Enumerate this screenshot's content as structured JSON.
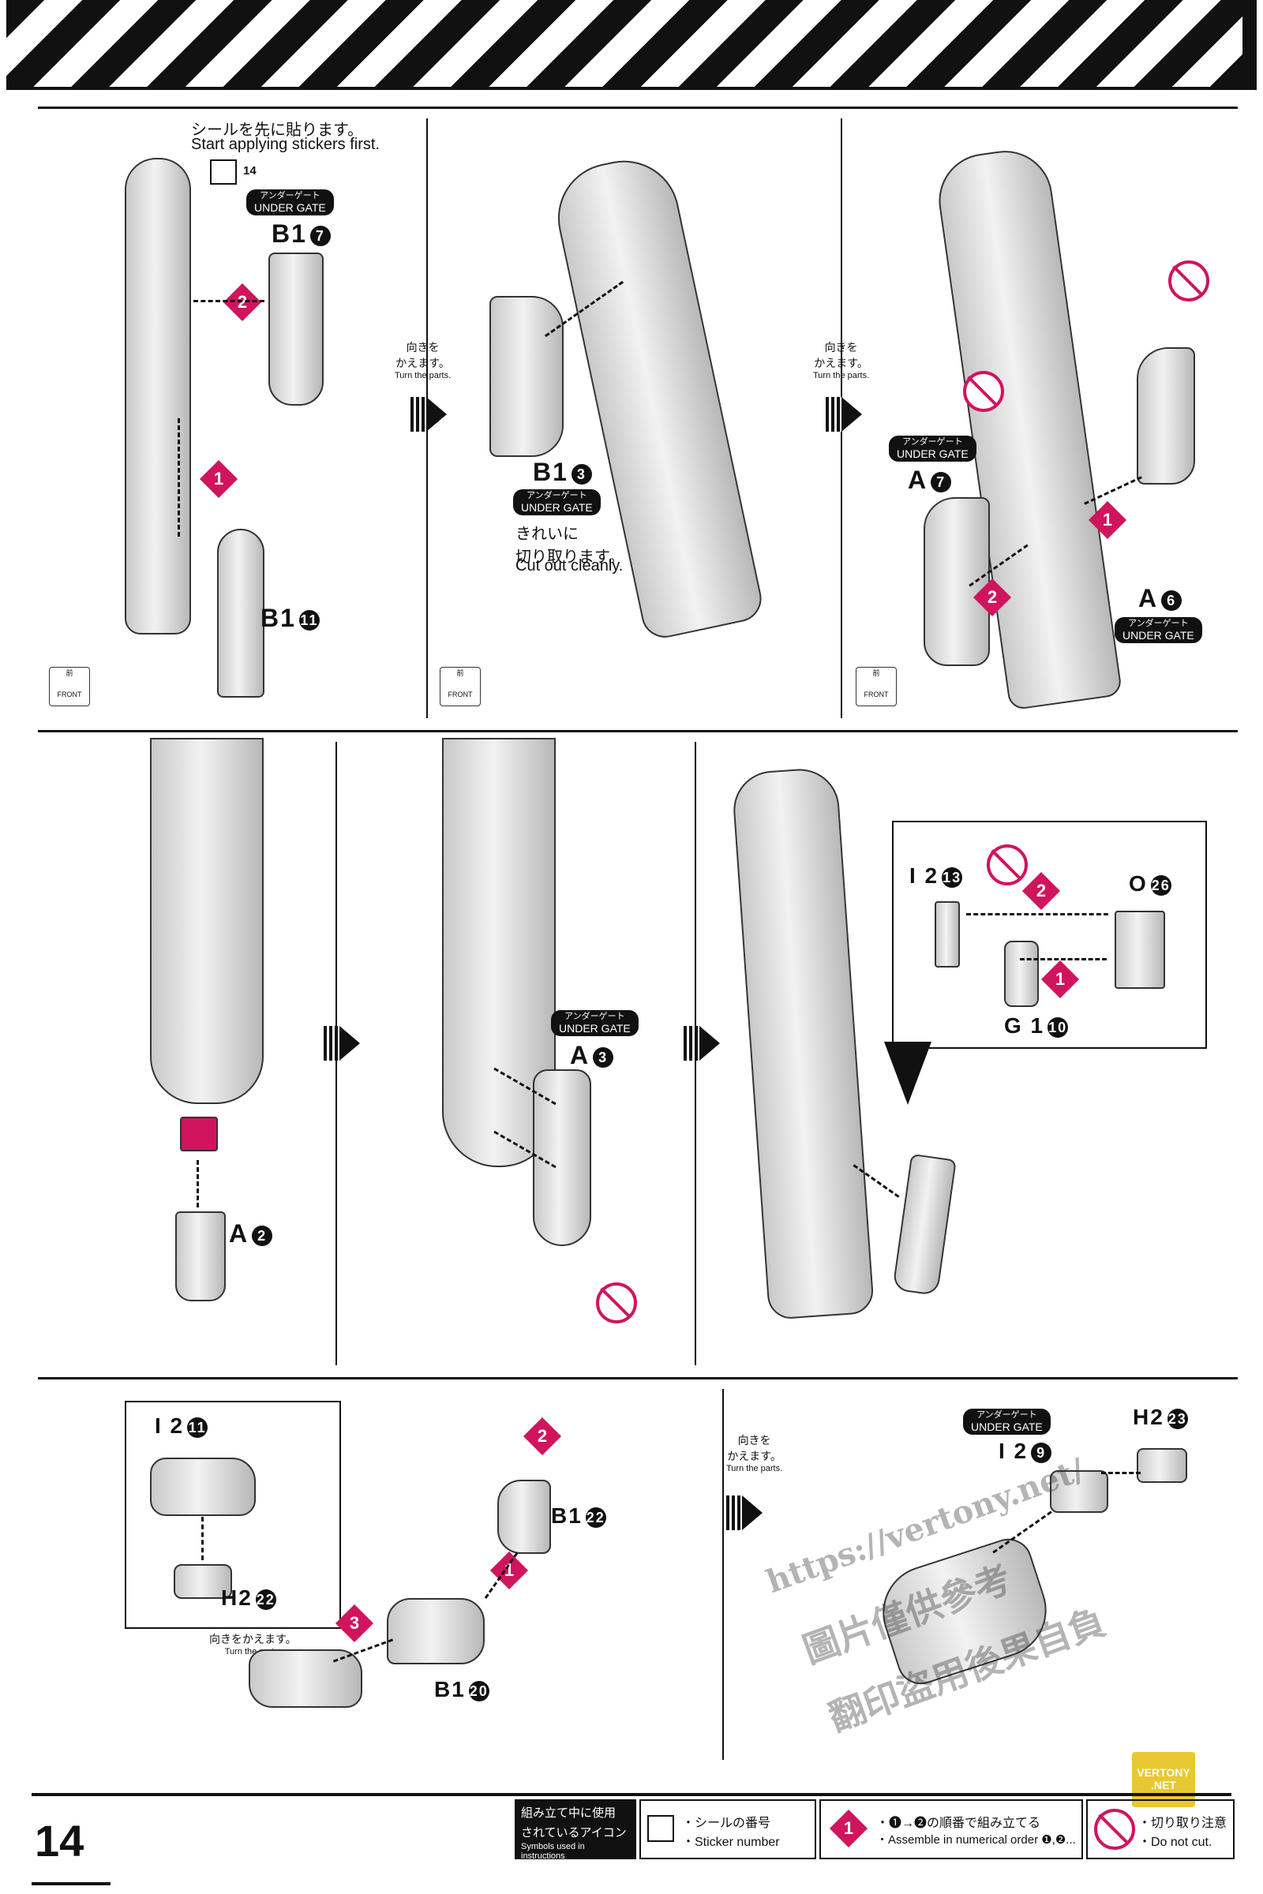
{
  "page_number": "14",
  "common": {
    "under_gate_jp": "アンダーゲート",
    "under_gate_en": "UNDER GATE",
    "turn_jp_1": "向きを",
    "turn_jp_2": "かえます。",
    "turn_en": "Turn the parts.",
    "turn_jp_inline": "向きをかえます。",
    "front_jp": "前",
    "front_en": "FRONT"
  },
  "panel1": {
    "instruction_jp": "シールを先に貼ります。",
    "instruction_en": "Start applying stickers first.",
    "sticker_num": "14",
    "parts": [
      {
        "name": "B1",
        "num": "7"
      },
      {
        "name": "B1",
        "num": "11"
      }
    ],
    "steps": [
      "2",
      "1"
    ]
  },
  "panel2": {
    "part": {
      "name": "B1",
      "num": "3"
    },
    "cut_jp_1": "きれいに",
    "cut_jp_2": "切り取ります。",
    "cut_en": "Cut out cleanly."
  },
  "panel3": {
    "parts": [
      {
        "name": "A",
        "num": "7"
      },
      {
        "name": "A",
        "num": "6"
      }
    ],
    "steps": [
      "1",
      "2"
    ]
  },
  "panel4": {
    "part": {
      "name": "A",
      "num": "2"
    }
  },
  "panel5": {
    "part": {
      "name": "A",
      "num": "3"
    }
  },
  "panel6": {
    "parts": [
      {
        "name": "I 2",
        "num": "13"
      },
      {
        "name": "O",
        "num": "26"
      },
      {
        "name": "G 1",
        "num": "10"
      }
    ],
    "steps": [
      "2",
      "1"
    ]
  },
  "panel7": {
    "parts": [
      {
        "name": "I 2",
        "num": "11"
      },
      {
        "name": "H2",
        "num": "22"
      },
      {
        "name": "B1",
        "num": "22"
      },
      {
        "name": "B1",
        "num": "20"
      }
    ],
    "steps": [
      "2",
      "1",
      "3"
    ]
  },
  "panel8": {
    "parts": [
      {
        "name": "H2",
        "num": "23"
      },
      {
        "name": "I 2",
        "num": "9"
      }
    ]
  },
  "legend": {
    "icons_jp_1": "組み立て中に使用",
    "icons_jp_2": "されているアイコン",
    "icons_en": "Symbols used in instructions",
    "sticker_jp": "・シールの番号",
    "sticker_en": "・Sticker number",
    "order_jp": "・❶→❷の順番で組み立てる",
    "order_en": "・Assemble in numerical order ❶,❷...",
    "nocut_jp": "・切り取り注意",
    "nocut_en": "・Do not cut."
  },
  "watermark": {
    "url": "https://vertony.net/",
    "cn_1": "圖片僅供參考",
    "cn_2": "翻印盜用後果自負",
    "badge_1": "VERTONY",
    "badge_2": ".NET"
  },
  "colors": {
    "accent": "#d0145e",
    "ink": "#111111"
  }
}
